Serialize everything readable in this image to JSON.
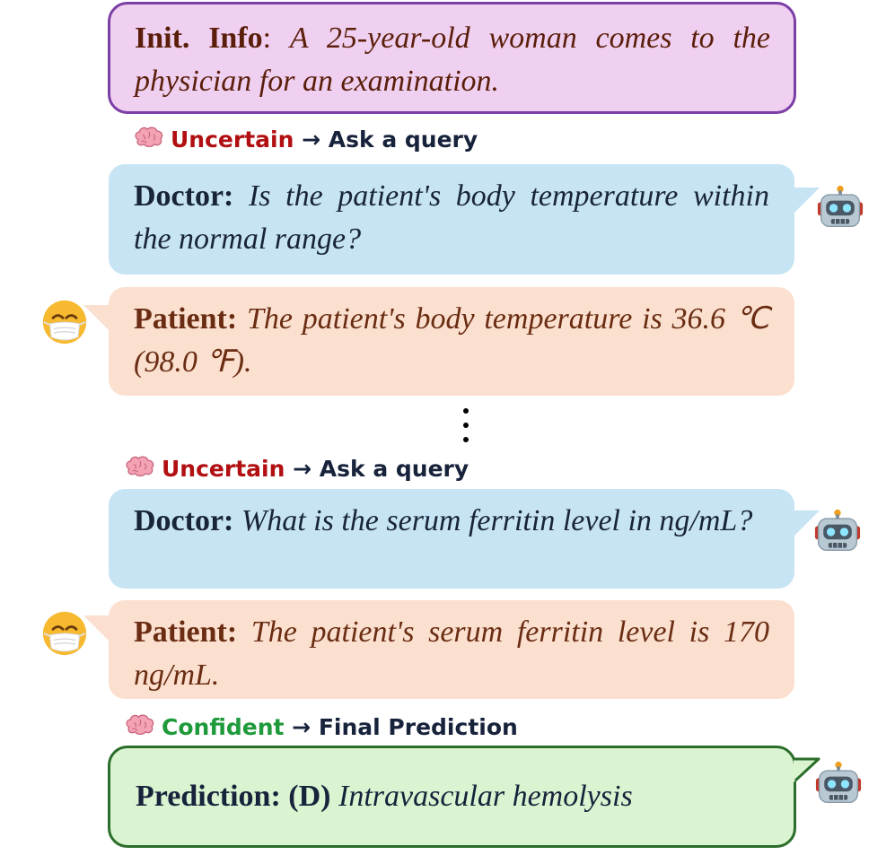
{
  "init": {
    "label": "Init. Info",
    "sep": ":",
    "text": "A 25-year-old woman comes to the physician for an examination."
  },
  "steps": [
    {
      "state": "Uncertain",
      "arrow": "→",
      "action": "Ask a query"
    },
    {
      "state": "Uncertain",
      "arrow": "→",
      "action": "Ask a query"
    },
    {
      "state": "Confident",
      "arrow": "→",
      "action": "Final Prediction"
    }
  ],
  "dialogue": [
    {
      "speaker": "Doctor:",
      "text": "Is the patient's body temperature within the normal range?"
    },
    {
      "speaker": "Patient:",
      "text": "The patient's body temperature is 36.6 ℃ (98.0 ℉)."
    },
    {
      "speaker": "Doctor:",
      "text": "What is the serum ferritin level in ng/mL?"
    },
    {
      "speaker": "Patient:",
      "text": "The patient's serum ferritin level is 170 ng/mL."
    }
  ],
  "prediction": {
    "label": "Prediction:",
    "option": "(D)",
    "text": "Intravascular hemolysis"
  },
  "icons": {
    "brain": "brain-icon",
    "doctor": "robot-icon",
    "patient": "masked-face-icon"
  },
  "colors": {
    "uncertain": "#b10f12",
    "confident": "#1e9a3a",
    "doctor_bubble": "#c7e4f4",
    "patient_bubble": "#fbe0cf",
    "init_box": "#f0d0f0",
    "prediction_box": "#daf3d0"
  }
}
